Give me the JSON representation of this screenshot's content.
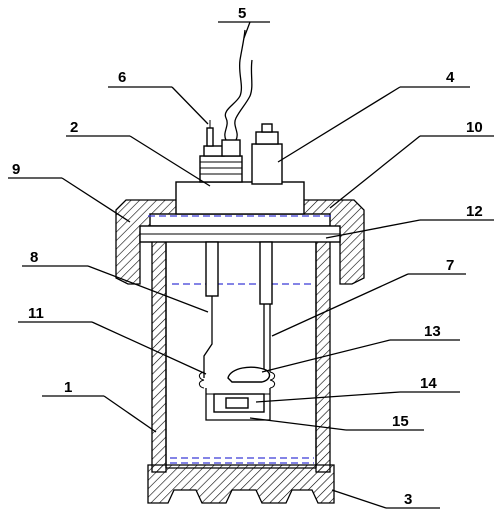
{
  "diagram": {
    "accent_dash_color": "#3a3ad8",
    "labels": [
      {
        "id": "1",
        "text": "1"
      },
      {
        "id": "2",
        "text": "2"
      },
      {
        "id": "3",
        "text": "3"
      },
      {
        "id": "4",
        "text": "4"
      },
      {
        "id": "5",
        "text": "5"
      },
      {
        "id": "6",
        "text": "6"
      },
      {
        "id": "7",
        "text": "7"
      },
      {
        "id": "8",
        "text": "8"
      },
      {
        "id": "9",
        "text": "9"
      },
      {
        "id": "10",
        "text": "10"
      },
      {
        "id": "11",
        "text": "11"
      },
      {
        "id": "12",
        "text": "12"
      },
      {
        "id": "13",
        "text": "13"
      },
      {
        "id": "14",
        "text": "14"
      },
      {
        "id": "15",
        "text": "15"
      }
    ]
  }
}
